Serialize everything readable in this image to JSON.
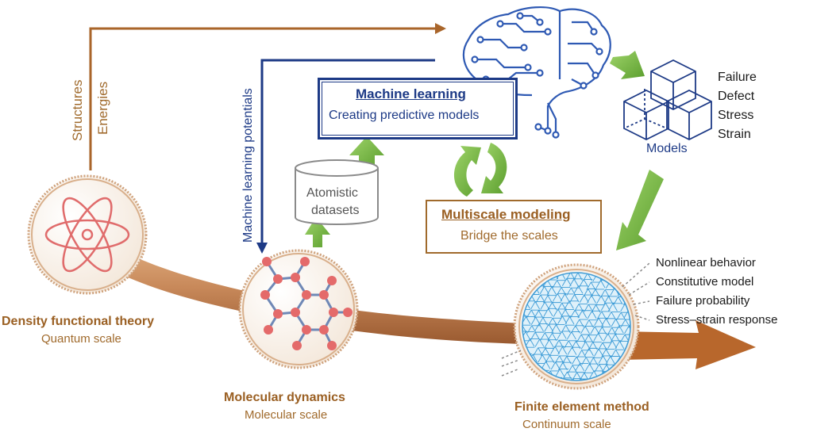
{
  "top_flow": {
    "label_structures": "Structures",
    "label_energies": "Energies"
  },
  "ml_potentials": {
    "label": "Machine learning potentials"
  },
  "machine_learning": {
    "title": "Machine learning",
    "subtitle": "Creating predictive models"
  },
  "datasets": {
    "label_line1": "Atomistic",
    "label_line2": "datasets"
  },
  "multiscale": {
    "title": "Multiscale modeling",
    "subtitle": "Bridge the scales"
  },
  "models": {
    "label": "Models",
    "outputs": [
      "Failure",
      "Defect",
      "Stress",
      "Strain"
    ]
  },
  "fem_properties": [
    "Nonlinear behavior",
    "Constitutive model",
    "Failure probability",
    "Stress–strain response"
  ],
  "stages": [
    {
      "title": "Density functional theory",
      "subtitle": "Quantum scale",
      "icon": "atom-icon"
    },
    {
      "title": "Molecular dynamics",
      "subtitle": "Molecular scale",
      "icon": "molecule-icon"
    },
    {
      "title": "Finite element method",
      "subtitle": "Continuum scale",
      "icon": "mesh-icon"
    }
  ],
  "colors": {
    "brown": "#a06a2c",
    "navy": "#1d3a86",
    "green": "#6fae3a",
    "node_red": "#e46a6a"
  }
}
